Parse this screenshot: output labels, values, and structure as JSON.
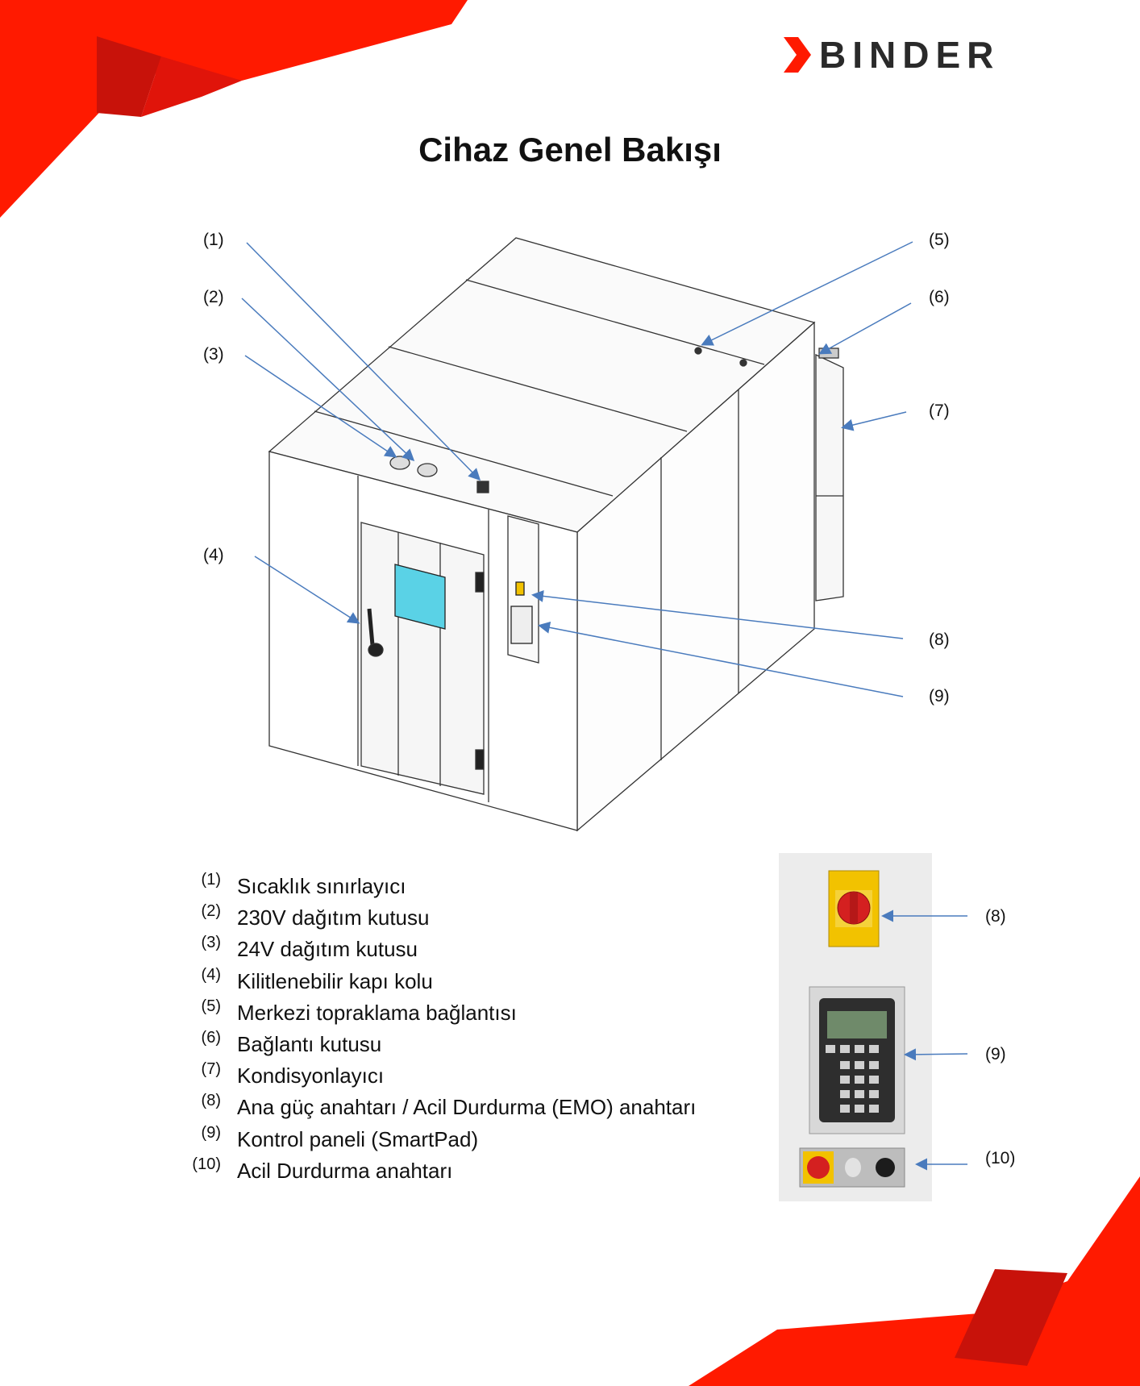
{
  "brand": {
    "name": "BINDER",
    "accent": "#ff1a00",
    "accent_dark": "#c8120a"
  },
  "title": "Cihaz Genel Bakışı",
  "callouts": {
    "c1": "(1)",
    "c2": "(2)",
    "c3": "(3)",
    "c4": "(4)",
    "c5": "(5)",
    "c6": "(6)",
    "c7": "(7)",
    "c8": "(8)",
    "c9": "(9)"
  },
  "panel_callouts": {
    "p8": "(8)",
    "p9": "(9)",
    "p10": "(10)"
  },
  "legend": [
    {
      "num": "(1)",
      "text": "Sıcaklık sınırlayıcı"
    },
    {
      "num": "(2)",
      "text": "230V dağıtım kutusu"
    },
    {
      "num": "(3)",
      "text": "24V dağıtım kutusu"
    },
    {
      "num": "(4)",
      "text": "Kilitlenebilir kapı kolu"
    },
    {
      "num": "(5)",
      "text": "Merkezi topraklama bağlantısı"
    },
    {
      "num": "(6)",
      "text": "Bağlantı kutusu"
    },
    {
      "num": "(7)",
      "text": "Kondisyonlayıcı"
    },
    {
      "num": "(8)",
      "text": "Ana güç anahtarı / Acil Durdurma (EMO) anahtarı"
    },
    {
      "num": "(9)",
      "text": "Kontrol paneli (SmartPad)"
    },
    {
      "num": "(10)",
      "text": "Acil Durdurma anahtarı"
    }
  ],
  "colors": {
    "arrow": "#4a7bbd",
    "window": "#5ad2e6",
    "switch_yellow": "#f2c200",
    "switch_red": "#d42020"
  }
}
